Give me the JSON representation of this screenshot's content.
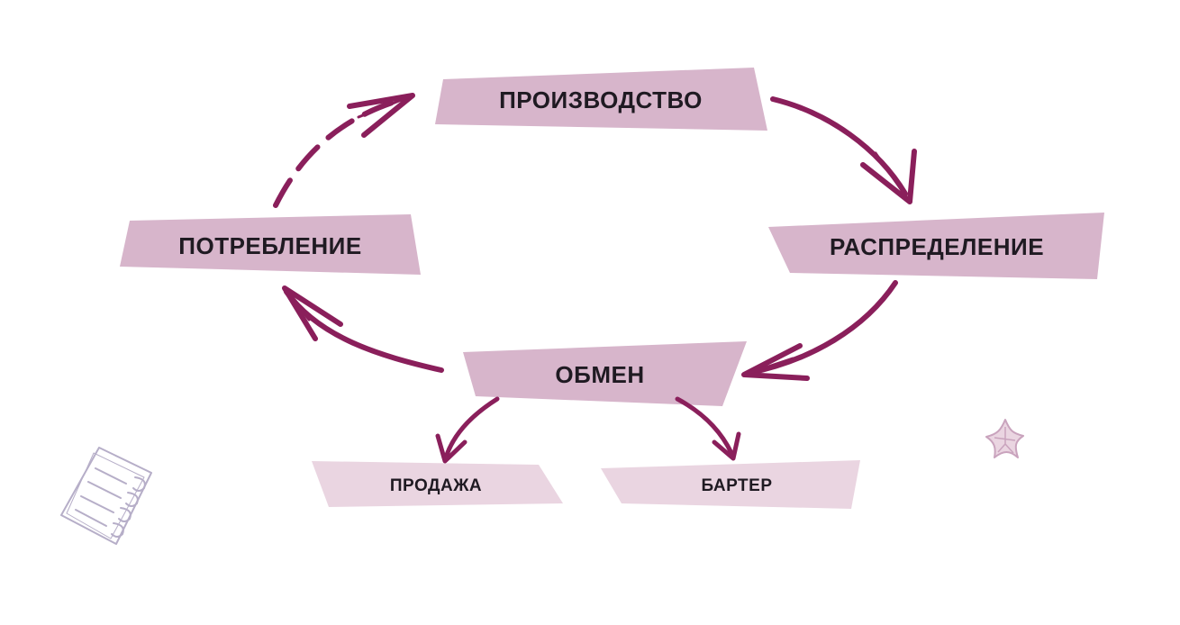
{
  "diagram": {
    "nodes": {
      "production": {
        "label": "ПРОИЗВОДСТВО"
      },
      "distribution": {
        "label": "РАСПРЕДЕЛЕНИЕ"
      },
      "exchange": {
        "label": "ОБМЕН"
      },
      "consumption": {
        "label": "ПОТРЕБЛЕНИЕ"
      },
      "sale": {
        "label": "ПРОДАЖА"
      },
      "barter": {
        "label": "БАРТЕР"
      }
    },
    "edges": [
      {
        "from": "production",
        "to": "distribution",
        "style": "solid"
      },
      {
        "from": "distribution",
        "to": "exchange",
        "style": "solid"
      },
      {
        "from": "exchange",
        "to": "consumption",
        "style": "solid"
      },
      {
        "from": "consumption",
        "to": "production",
        "style": "dashed"
      },
      {
        "from": "exchange",
        "to": "sale",
        "style": "solid"
      },
      {
        "from": "exchange",
        "to": "barter",
        "style": "solid"
      }
    ],
    "colors": {
      "main_box": "#d7b5cb",
      "sub_box": "#ead5e1",
      "arrow": "#8a1f5b",
      "text": "#1f1a22",
      "decor": "#c9b8cf"
    },
    "icons": [
      "notepad-doodle-icon",
      "flower-doodle-icon"
    ]
  }
}
